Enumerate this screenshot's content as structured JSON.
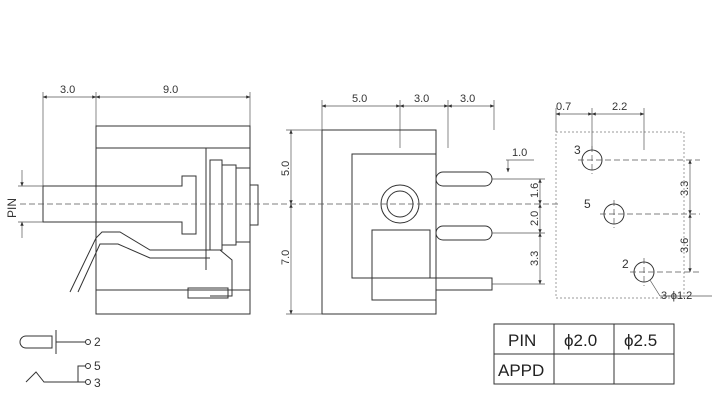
{
  "side_view": {
    "dims": [
      "3.0",
      "9.0",
      "PIN"
    ]
  },
  "front_view": {
    "dims": [
      "5.0",
      "3.0",
      "3.0",
      "5.0",
      "7.0",
      "1.0",
      "1.6",
      "2.0",
      "3.3"
    ]
  },
  "footprint": {
    "dims": [
      "0.7",
      "2.2",
      "3.3",
      "3.6"
    ],
    "pin_numbers": [
      "3",
      "5",
      "2"
    ],
    "hole_note": "3-ϕ1.2"
  },
  "schematic": {
    "pins": [
      "2",
      "5",
      "3"
    ]
  },
  "table": {
    "headers": [
      "PIN",
      "ϕ2.0",
      "ϕ2.5"
    ],
    "row_label": "APPD"
  }
}
